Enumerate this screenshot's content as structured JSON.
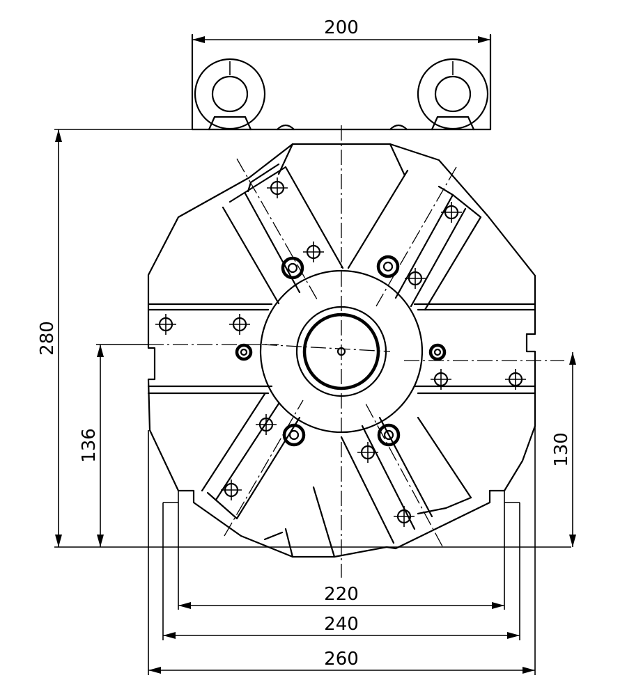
{
  "dimensions": {
    "top_width": "200",
    "overall_height": "280",
    "left_offset": "136",
    "right_offset": "130",
    "bottom_220": "220",
    "bottom_240": "240",
    "bottom_260": "260"
  }
}
